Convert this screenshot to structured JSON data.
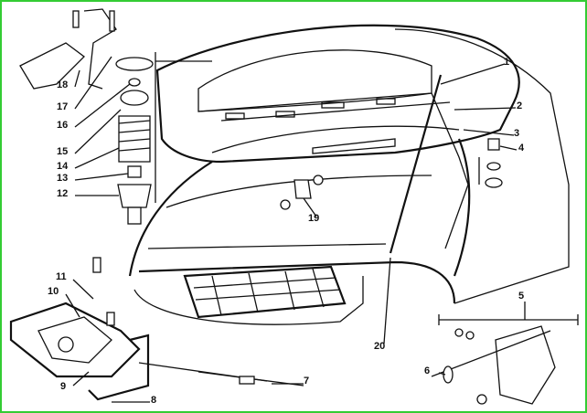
{
  "diagram": {
    "title": "Hood, hood lock and hood prop assembly (exploded view)",
    "callouts": [
      "1",
      "2",
      "3",
      "4",
      "5",
      "6",
      "7",
      "8",
      "9",
      "10",
      "11",
      "12",
      "13",
      "14",
      "15",
      "16",
      "17",
      "18",
      "19",
      "20"
    ]
  }
}
